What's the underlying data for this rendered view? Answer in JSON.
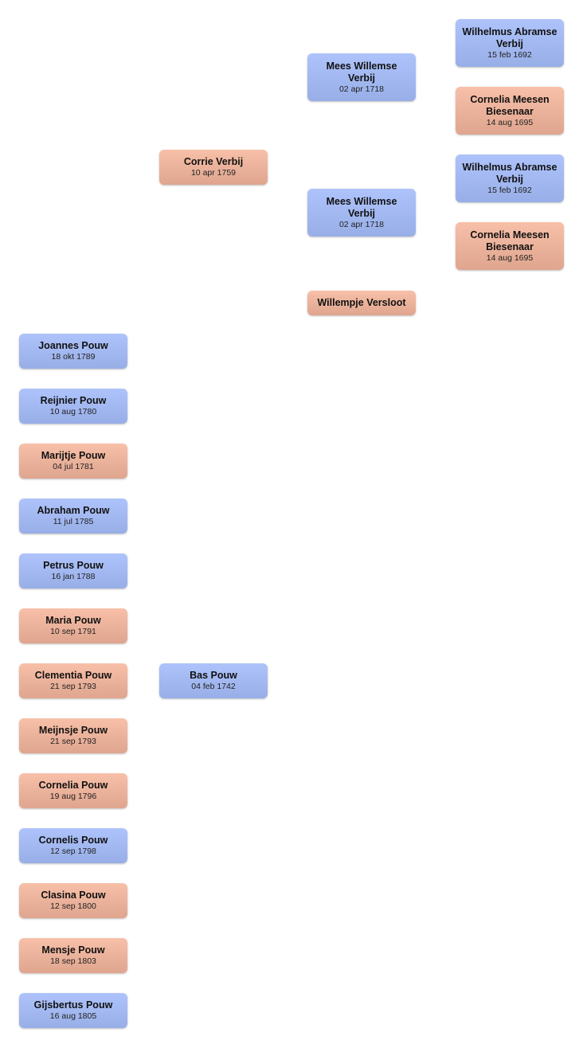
{
  "colors": {
    "male": "#a3b8f0",
    "female": "#eeb39b"
  },
  "people": [
    {
      "id": "wilhelmus-1",
      "name": "Wilhelmus Abramse Verbij",
      "date": "15 feb 1692",
      "gender": "male"
    },
    {
      "id": "cornelia-meesen-1",
      "name": "Cornelia Meesen Biesenaar",
      "date": "14 aug 1695",
      "gender": "female"
    },
    {
      "id": "wilhelmus-2",
      "name": "Wilhelmus Abramse Verbij",
      "date": "15 feb 1692",
      "gender": "male"
    },
    {
      "id": "cornelia-meesen-2",
      "name": "Cornelia Meesen Biesenaar",
      "date": "14 aug 1695",
      "gender": "female"
    },
    {
      "id": "mees-willemse-1",
      "name": "Mees Willemse Verbij",
      "date": "02 apr 1718",
      "gender": "male"
    },
    {
      "id": "mees-willemse-2",
      "name": "Mees Willemse Verbij",
      "date": "02 apr 1718",
      "gender": "male"
    },
    {
      "id": "willempje-versloot",
      "name": "Willempje Versloot",
      "date": "",
      "gender": "female"
    },
    {
      "id": "corrie-verbij",
      "name": "Corrie Verbij",
      "date": "10 apr 1759",
      "gender": "female"
    },
    {
      "id": "bas-pouw",
      "name": "Bas Pouw",
      "date": "04 feb 1742",
      "gender": "male"
    },
    {
      "id": "joannes-pouw",
      "name": "Joannes Pouw",
      "date": "18 okt 1789",
      "gender": "male"
    },
    {
      "id": "reijnier-pouw",
      "name": "Reijnier Pouw",
      "date": "10 aug 1780",
      "gender": "male"
    },
    {
      "id": "marijtje-pouw",
      "name": "Marijtje Pouw",
      "date": "04 jul 1781",
      "gender": "female"
    },
    {
      "id": "abraham-pouw",
      "name": "Abraham Pouw",
      "date": "11 jul 1785",
      "gender": "male"
    },
    {
      "id": "petrus-pouw",
      "name": "Petrus Pouw",
      "date": "16 jan 1788",
      "gender": "male"
    },
    {
      "id": "maria-pouw",
      "name": "Maria Pouw",
      "date": "10 sep 1791",
      "gender": "female"
    },
    {
      "id": "clementia-pouw",
      "name": "Clementia Pouw",
      "date": "21 sep 1793",
      "gender": "female"
    },
    {
      "id": "meijnsje-pouw",
      "name": "Meijnsje Pouw",
      "date": "21 sep 1793",
      "gender": "female"
    },
    {
      "id": "cornelia-pouw",
      "name": "Cornelia Pouw",
      "date": "19 aug 1796",
      "gender": "female"
    },
    {
      "id": "cornelis-pouw",
      "name": "Cornelis Pouw",
      "date": "12 sep 1798",
      "gender": "male"
    },
    {
      "id": "clasina-pouw",
      "name": "Clasina Pouw",
      "date": "12 sep 1800",
      "gender": "female"
    },
    {
      "id": "mensje-pouw",
      "name": "Mensje Pouw",
      "date": "18 sep 1803",
      "gender": "female"
    },
    {
      "id": "gijsbertus-pouw",
      "name": "Gijsbertus Pouw",
      "date": "16 aug 1805",
      "gender": "male"
    }
  ]
}
